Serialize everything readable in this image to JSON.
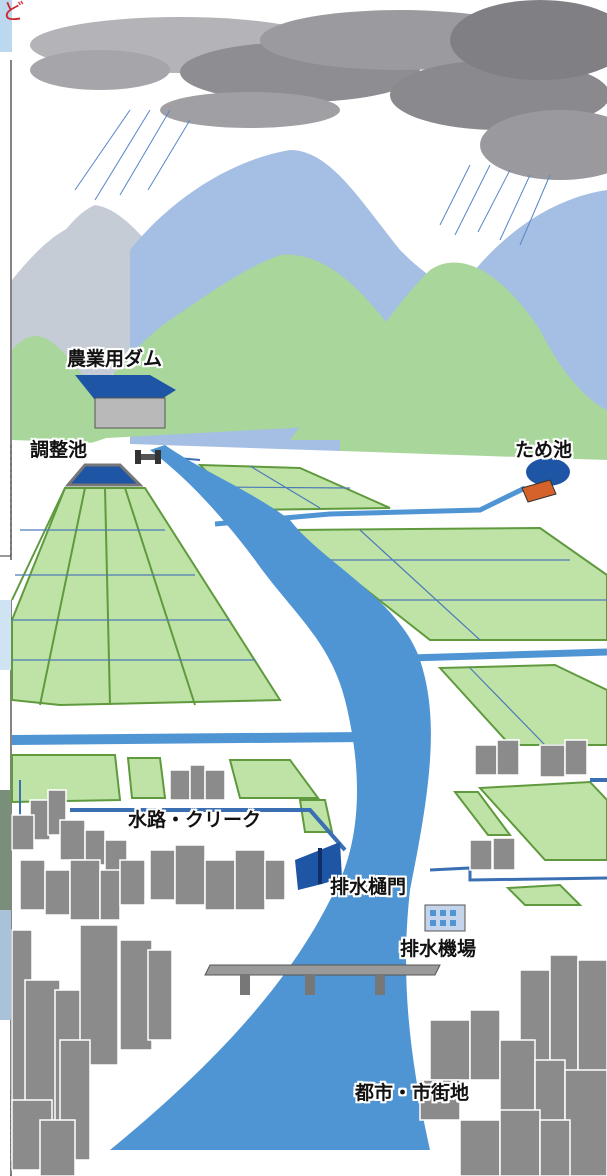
{
  "corner_glyph": "ど",
  "labels": {
    "dam": "農業用ダム",
    "regulating_pond": "調整池",
    "irrigation_pond": "ため池",
    "waterway": "水路・クリーク",
    "drain_gate": "排水樋門",
    "pump_station": "排水機場",
    "urban_area": "都市・市街地"
  },
  "colors": {
    "river": "#4f95d3",
    "paddy": "#bfe3a6",
    "paddy_border": "#5f9a3e",
    "mountain_blue": "#a4bfe3",
    "mountain_green": "#a9d79b",
    "mountain_gray": "#c5ccd6",
    "cloud": "#8e8e92",
    "building": "#8b8b8b",
    "dam_roof": "#1e55a5",
    "pond_shed": "#d4622a"
  }
}
